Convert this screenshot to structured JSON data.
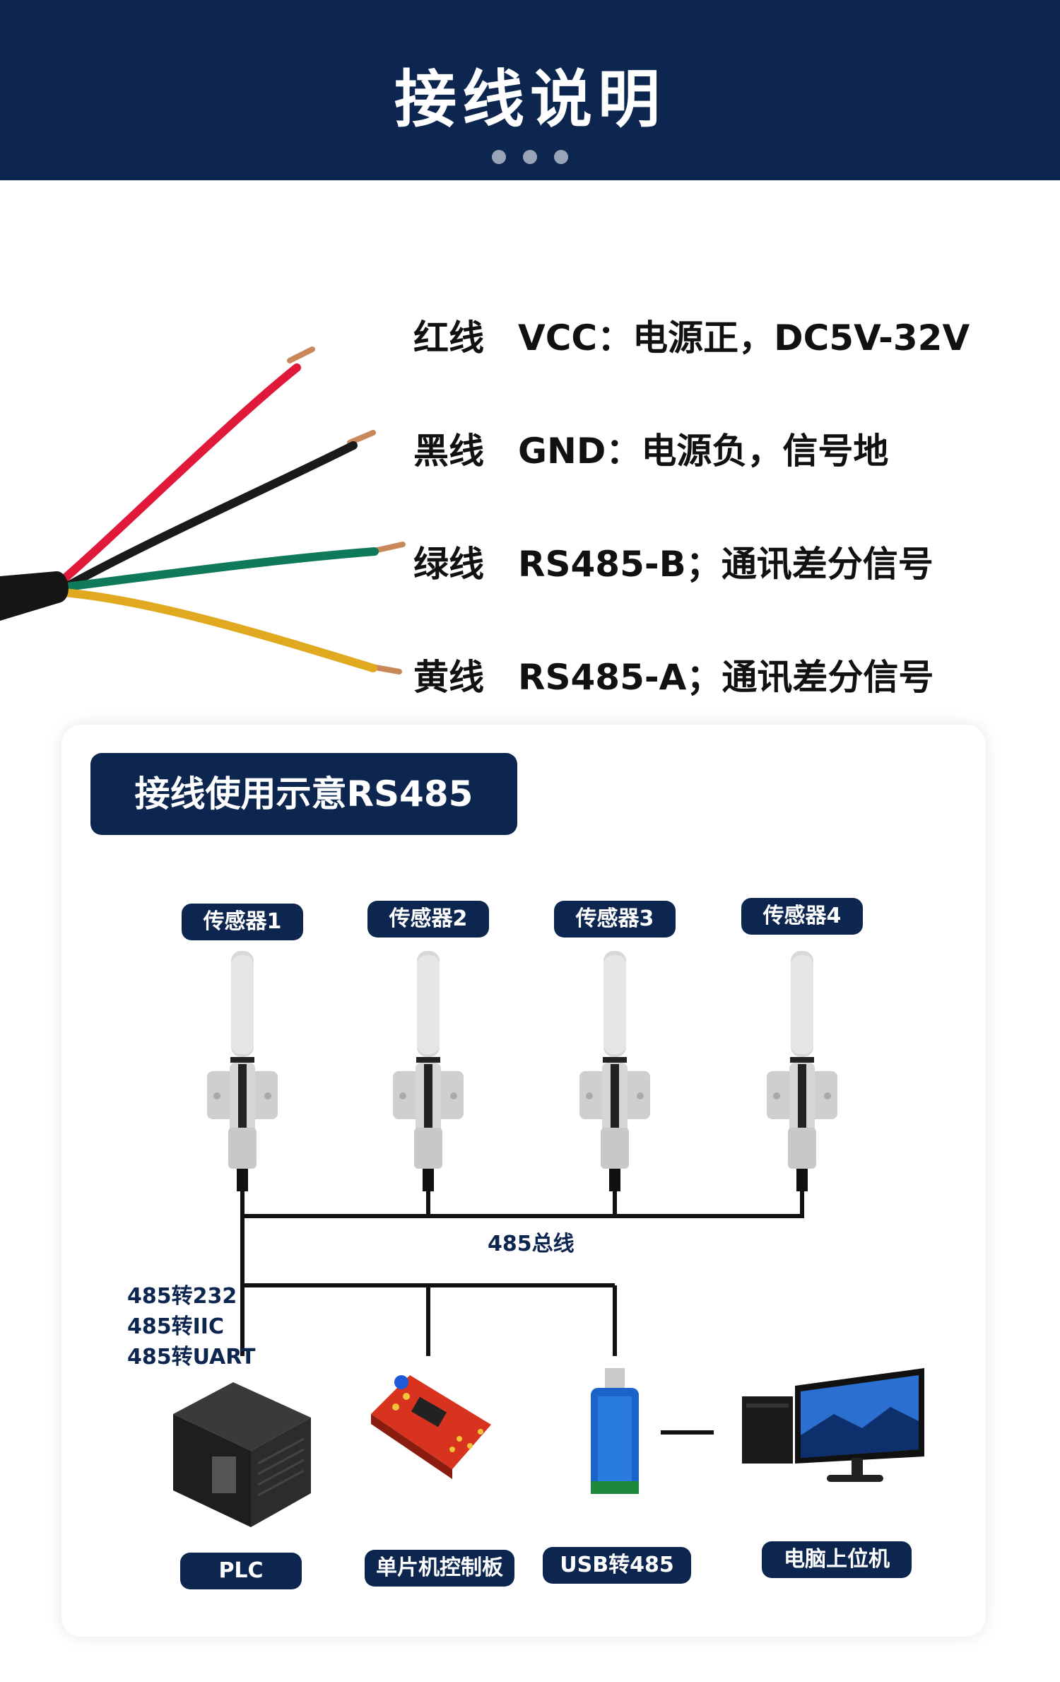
{
  "header": {
    "title": "接线说明"
  },
  "wires": [
    {
      "name": "红线",
      "desc": "VCC：电源正，DC5V-32V",
      "color": "#e0193a"
    },
    {
      "name": "黑线",
      "desc": "GND：电源负，信号地",
      "color": "#1a1a1a"
    },
    {
      "name": "绿线",
      "desc": "RS485-B；通讯差分信号",
      "color": "#0f7a5a"
    },
    {
      "name": "黄线",
      "desc": "RS485-A；通讯差分信号",
      "color": "#e1a91f"
    }
  ],
  "diagram": {
    "title": "接线使用示意RS485",
    "sensors": [
      "传感器1",
      "传感器2",
      "传感器3",
      "传感器4"
    ],
    "bus_label": "485总线",
    "converters": [
      "485转232",
      "485转IIC",
      "485转UART"
    ],
    "devices": [
      "PLC",
      "单片机控制板",
      "USB转485",
      "电脑上位机"
    ]
  },
  "colors": {
    "navy": "#0c2650",
    "panel_bg": "#ffffff"
  }
}
